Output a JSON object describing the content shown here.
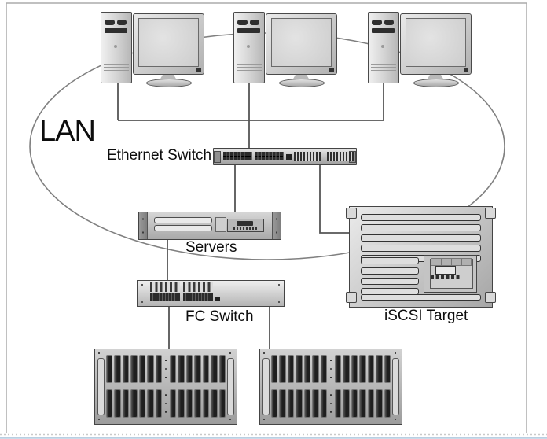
{
  "diagram": {
    "type": "network-storage-topology",
    "labels": {
      "lan": "LAN",
      "ethernet_switch": "Ethernet Switch",
      "servers": "Servers",
      "fc_switch": "FC Switch",
      "iscsi_target": "iSCSI Target"
    },
    "nodes": [
      {
        "id": "workstation-1",
        "kind": "desktop-computer"
      },
      {
        "id": "workstation-2",
        "kind": "desktop-computer"
      },
      {
        "id": "workstation-3",
        "kind": "desktop-computer"
      },
      {
        "id": "ethernet-switch",
        "kind": "network-switch",
        "label": "Ethernet Switch"
      },
      {
        "id": "servers",
        "kind": "rack-server",
        "label": "Servers"
      },
      {
        "id": "iscsi-target",
        "kind": "storage-appliance",
        "label": "iSCSI Target"
      },
      {
        "id": "fc-switch",
        "kind": "fibre-channel-switch",
        "label": "FC Switch"
      },
      {
        "id": "disk-array-1",
        "kind": "disk-enclosure",
        "bays": 28
      },
      {
        "id": "disk-array-2",
        "kind": "disk-enclosure",
        "bays": 28
      }
    ],
    "zones": [
      {
        "id": "lan-ellipse",
        "label": "LAN",
        "contains": [
          "workstation-1",
          "workstation-2",
          "workstation-3",
          "ethernet-switch",
          "servers"
        ]
      }
    ],
    "connections": [
      {
        "from": "workstation-1",
        "to": "lan-bus"
      },
      {
        "from": "workstation-3",
        "to": "lan-bus"
      },
      {
        "from": "workstation-2",
        "to": "ethernet-switch"
      },
      {
        "from": "ethernet-switch",
        "to": "servers"
      },
      {
        "from": "ethernet-switch",
        "to": "iscsi-target"
      },
      {
        "from": "servers",
        "to": "fc-switch"
      },
      {
        "from": "fc-switch",
        "to": "disk-array-1"
      },
      {
        "from": "fc-switch",
        "to": "disk-array-2"
      }
    ],
    "colors": {
      "background": "#ffffff",
      "connection_line": "#555555",
      "lan_ellipse": "#808080",
      "frame_border": "#ababab",
      "device_light": "#ebebeb",
      "device_dark": "#9e9e9e",
      "slot_dark": "#2b2b2b",
      "label_text": "#0d0d0d",
      "bottom_rule_blue": "#b9cfe2",
      "bottom_rule_dotted": "#c9c9c9"
    }
  }
}
